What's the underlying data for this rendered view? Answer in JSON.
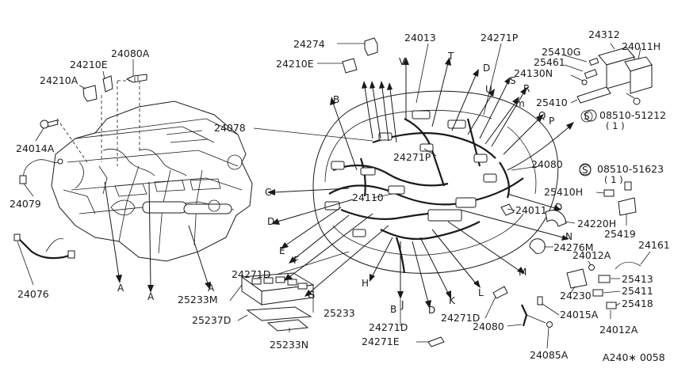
{
  "diagram_ref": "A240∗ 0058",
  "parts": {
    "p24274": "24274",
    "p24013": "24013",
    "p24271P_top": "24271P",
    "p24312": "24312",
    "p25410G": "25410G",
    "p24011H": "24011H",
    "p24210E_top": "24210E",
    "p25461": "25461",
    "p24130N": "24130N",
    "p24080A": "24080A",
    "p24210E_left": "24210E",
    "p24210A": "24210A",
    "p25410": "25410",
    "p08510_51212": "08510-51212",
    "p08510_51212_qty": "( 1 )",
    "p24078": "24078",
    "p24014A": "24014A",
    "p24271P_mid": "24271P",
    "p08510_51623": "08510-51623",
    "p08510_51623_qty": "( 1 )",
    "p24080_mid": "24080",
    "p24110": "24110",
    "p24079": "24079",
    "p25410H": "25410H",
    "p24011": "24011",
    "p24220H": "24220H",
    "p25419": "25419",
    "p24276M": "24276M",
    "p24076": "24076",
    "p24161": "24161",
    "p24012A_top": "24012A",
    "p24271D_left": "24271D",
    "p25413": "25413",
    "p25411": "25411",
    "p24230": "24230",
    "p25418": "25418",
    "p25233M": "25233M",
    "p25233": "25233",
    "p24015A": "24015A",
    "p24271D_right": "24271D",
    "p25237D": "25237D",
    "p24012A_bot": "24012A",
    "p24271D_bot": "24271D",
    "p24080_bot": "24080",
    "p25233N": "25233N",
    "p24271E": "24271E",
    "p24085A": "24085A"
  },
  "letters": {
    "V": "V",
    "T": "T",
    "D1": "D",
    "U": "U",
    "S": "S",
    "m": "m",
    "R": "R",
    "Q": "Q",
    "P": "P",
    "B1": "B",
    "C": "C",
    "D2": "D",
    "E": "E",
    "F": "F",
    "G": "G",
    "H": "H",
    "B2": "B",
    "J": "J",
    "D3": "D",
    "K": "K",
    "L": "L",
    "M": "M",
    "N": "N",
    "D4": "D",
    "A1": "A",
    "A2": "A",
    "A3": "A"
  }
}
